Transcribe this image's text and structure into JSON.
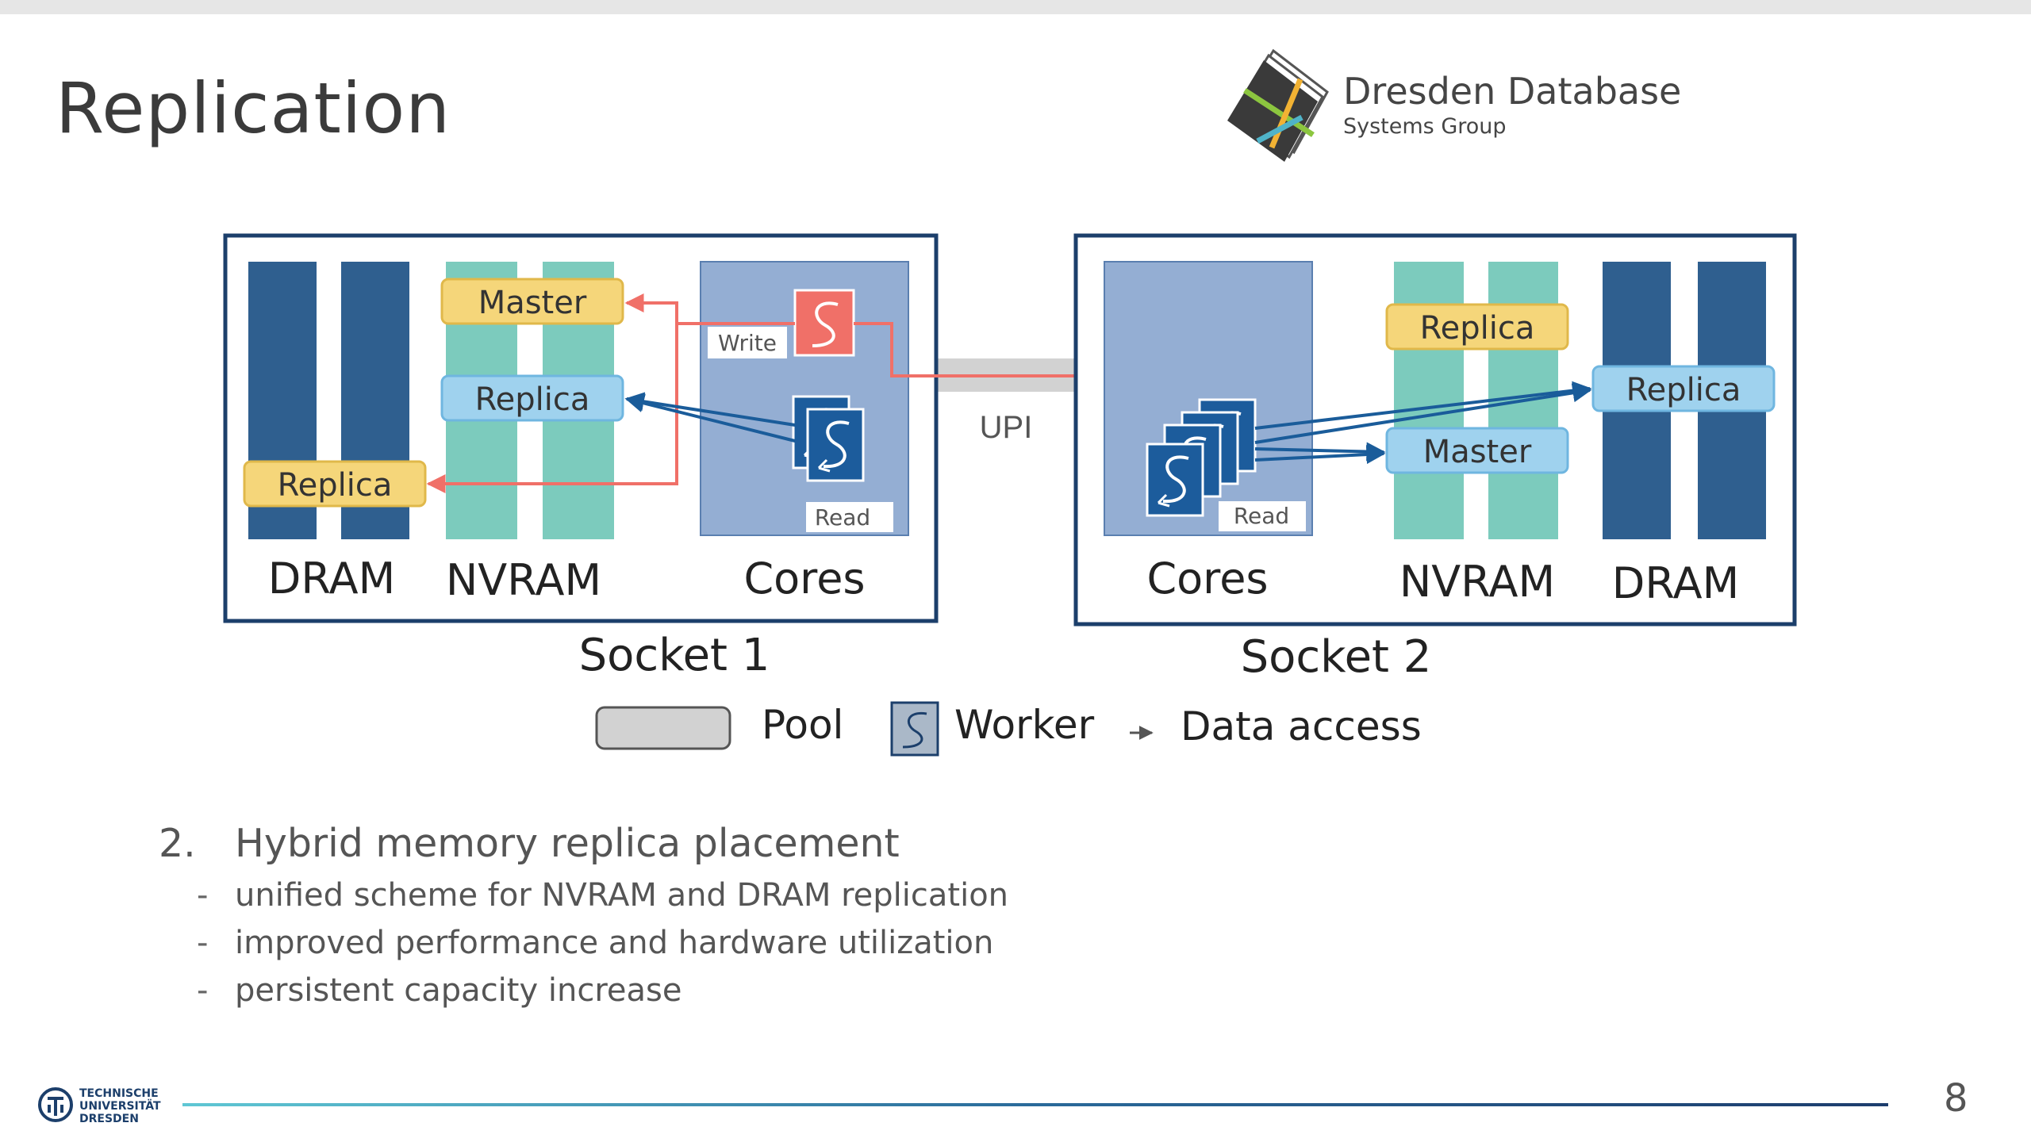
{
  "slide": {
    "title": "Replication",
    "page_number": "8"
  },
  "logo": {
    "name": "Dresden Database",
    "subtitle": "Systems Group"
  },
  "footer_logo": {
    "lines": [
      "TECHNISCHE",
      "UNIVERSITÄT",
      "DRESDEN"
    ]
  },
  "diagram": {
    "socket1": {
      "label": "Socket 1",
      "columns": [
        "DRAM",
        "NVRAM",
        "Cores"
      ],
      "blocks": {
        "master": "Master",
        "nvram_replica": "Replica",
        "dram_replica": "Replica"
      },
      "write_label": "Write",
      "read_label": "Read"
    },
    "socket2": {
      "label": "Socket 2",
      "columns": [
        "Cores",
        "NVRAM",
        "DRAM"
      ],
      "blocks": {
        "nvram_replica": "Replica",
        "master": "Master",
        "dram_replica": "Replica"
      },
      "read_label": "Read"
    },
    "interconnect": "UPI",
    "legend": {
      "pool": "Pool",
      "worker": "Worker",
      "data_access": "Data access"
    }
  },
  "content": {
    "item_number": "2.",
    "item_title": "Hybrid memory replica placement",
    "subpoints": [
      "unified scheme for NVRAM and DRAM replication",
      "improved performance and hardware utilization",
      "persistent capacity increase"
    ],
    "dash": "-"
  },
  "colors": {
    "dram": "#2f5f8f",
    "nvram": "#7ccbbd",
    "cores": "#94aed3",
    "master_yellow": "#f5d67a",
    "replica_blue": "#9fd2ee",
    "write_arrow": "#f07068",
    "read_arrow": "#1a5c9a",
    "socket_border": "#1c3f6b",
    "pool_gray": "#d2d2d2"
  }
}
